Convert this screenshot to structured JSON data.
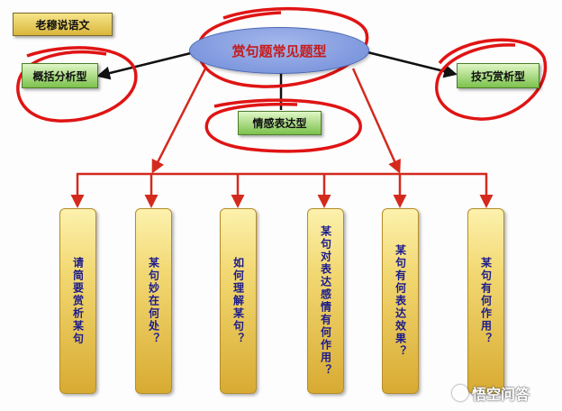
{
  "title_label": "老穆说语文",
  "center_label": "赏句题常见题型",
  "categories": {
    "left": "概括分析型",
    "right": "技巧赏析型",
    "middle": "情感表达型"
  },
  "questions": [
    "请简要赏析某句",
    "某句妙在何处？",
    "如何理解某句？",
    "某句对表达感情有何作用？",
    "某句有何表达效果？",
    "某句有何作用？"
  ],
  "watermark": "悟空问答",
  "colors": {
    "arrow_red": "#d42a1e",
    "annotation_red": "#e01414",
    "ellipse_blue": "#7f97dd",
    "pillar_gold": "#e8c452",
    "category_green": "#8fcf5f"
  }
}
